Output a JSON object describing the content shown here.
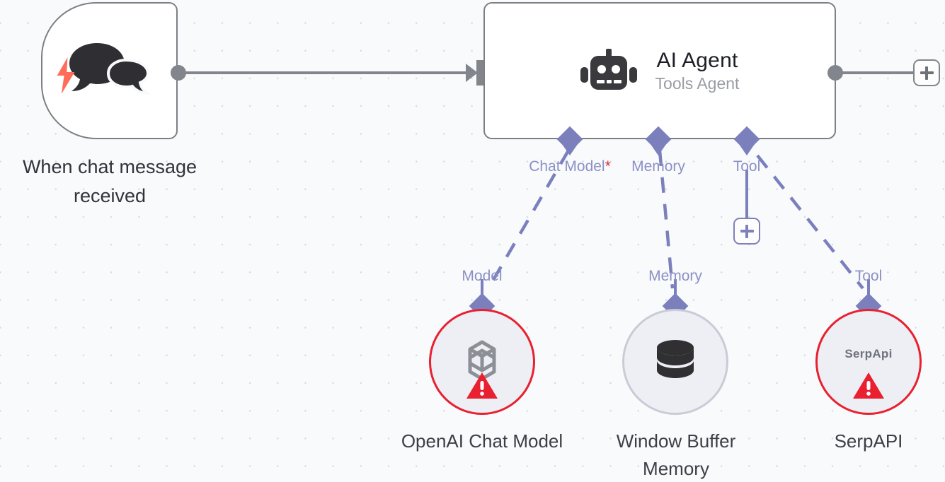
{
  "canvas": {
    "background": "#f9fafc",
    "grid_dot_color": "#d8dae3"
  },
  "colors": {
    "node_border": "#7d7f85",
    "accent_purple": "#7b80bd",
    "label_purple": "#8c90c4",
    "error_red": "#e8202f",
    "required_red": "#e02b3c",
    "trigger_bolt": "#ff6d5a",
    "port_gray": "#82858c"
  },
  "nodes": {
    "trigger": {
      "label": "When chat message received",
      "icon": "chat-bubbles-icon",
      "badge_icon": "lightning-bolt-icon"
    },
    "agent": {
      "title": "AI Agent",
      "subtitle": "Tools Agent",
      "icon": "robot-icon",
      "ports": [
        {
          "label": "Chat Model",
          "required": "*"
        },
        {
          "label": "Memory",
          "required": ""
        },
        {
          "label": "Tool",
          "required": ""
        }
      ]
    },
    "sub_nodes": [
      {
        "label": "OpenAI Chat Model",
        "port_label": "Model",
        "icon": "openai-logo-icon",
        "status": "error",
        "status_icon": "warning-triangle-icon"
      },
      {
        "label": "Window Buffer Memory",
        "port_label": "Memory",
        "icon": "database-icon",
        "status": "ok",
        "status_icon": ""
      },
      {
        "label": "SerpAPI",
        "port_label": "Tool",
        "icon": "serpapi-wordmark",
        "icon_text": "SerpApi",
        "status": "error",
        "status_icon": "warning-triangle-icon"
      }
    ]
  },
  "buttons": {
    "add_after_agent": "+",
    "add_tool": "+"
  }
}
